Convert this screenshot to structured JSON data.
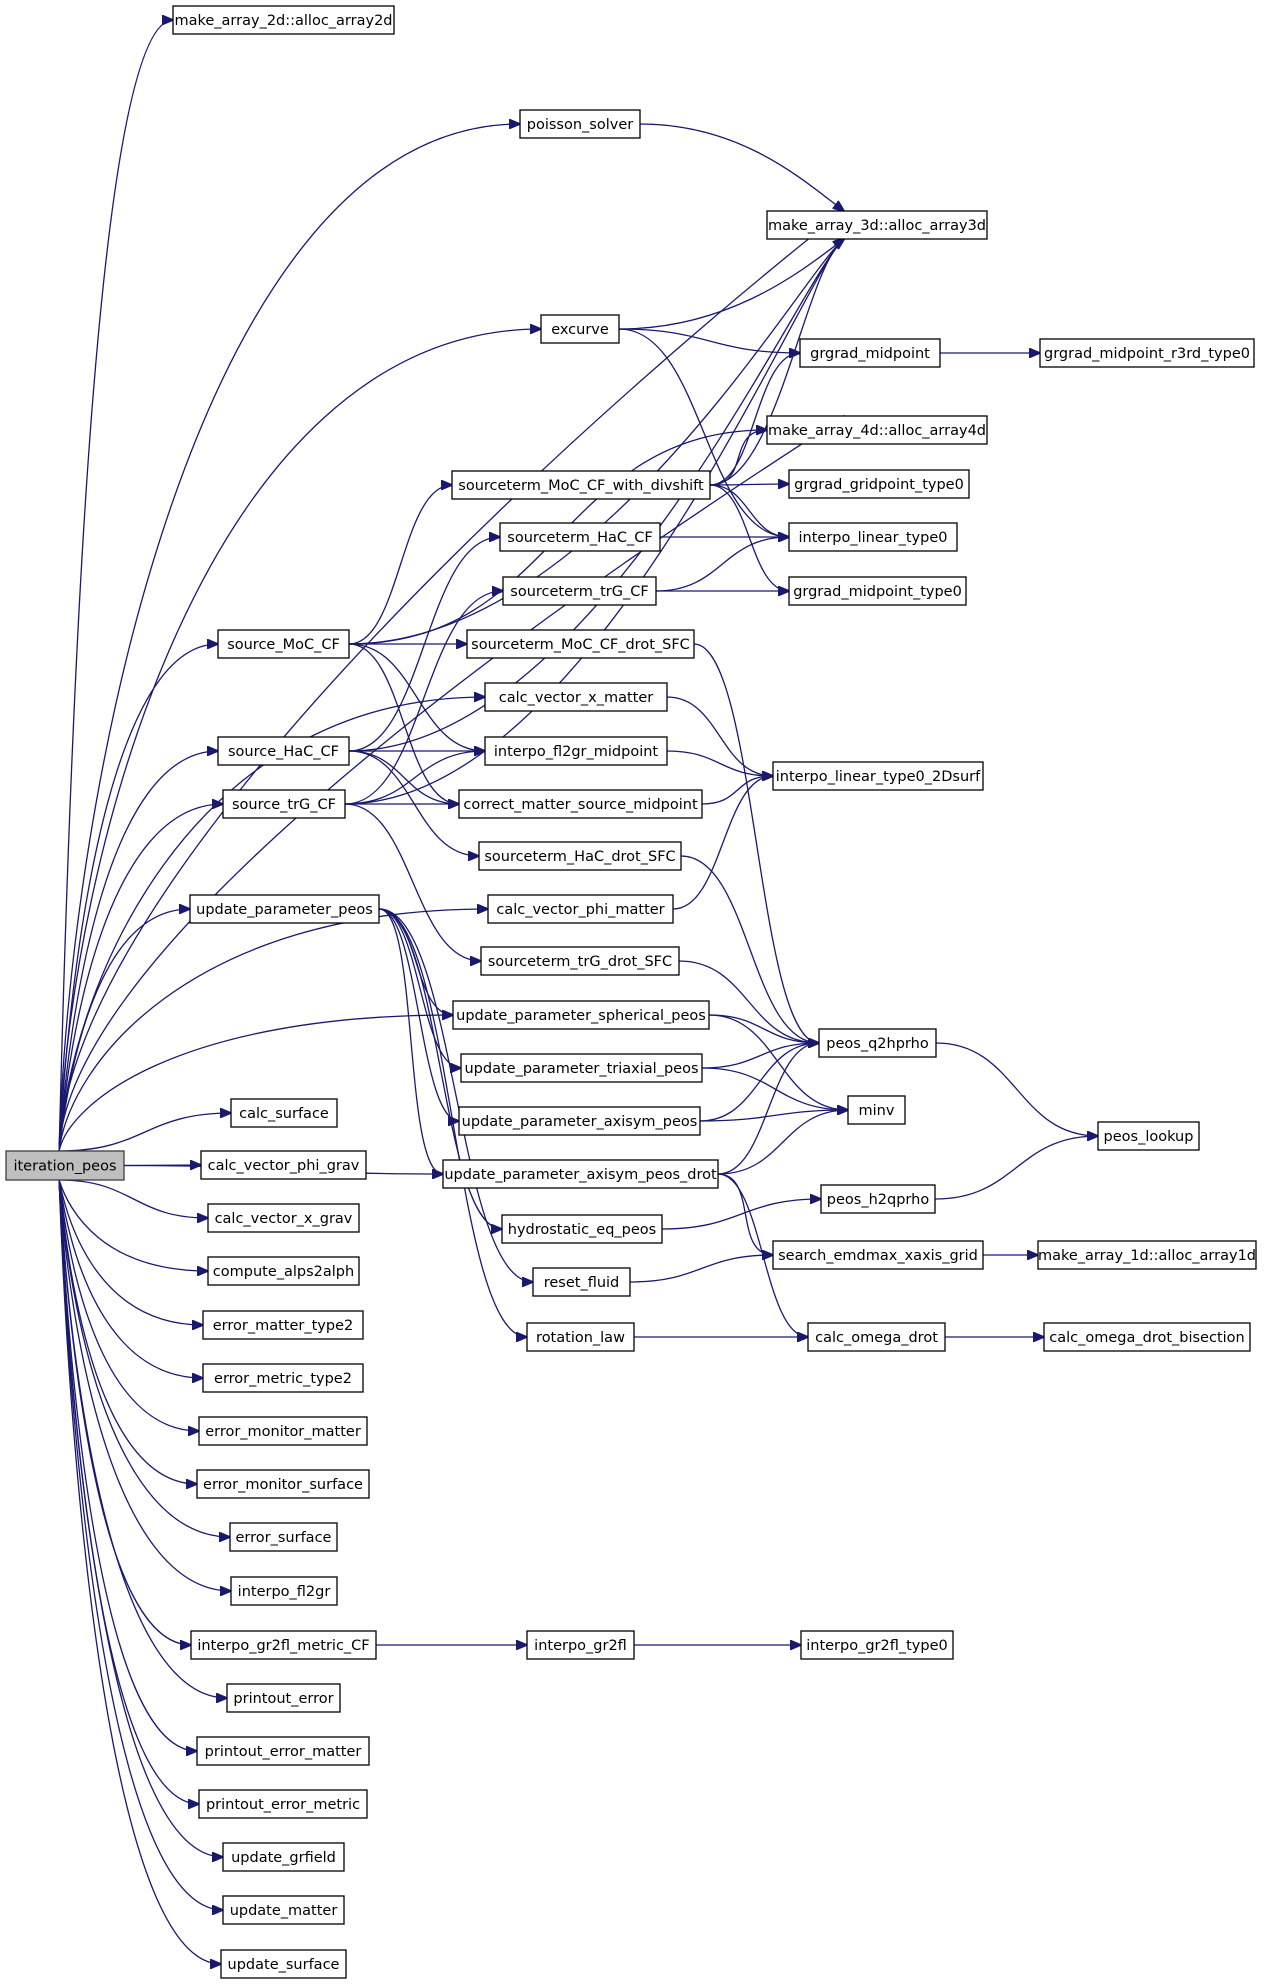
{
  "graph": {
    "root": "iteration_peos",
    "nodes": [
      {
        "id": "iteration_peos",
        "label": "iteration_peos",
        "root": true
      },
      {
        "id": "alloc_array2d",
        "label": "make_array_2d::alloc_array2d"
      },
      {
        "id": "poisson_solver",
        "label": "poisson_solver"
      },
      {
        "id": "alloc_array3d",
        "label": "make_array_3d::alloc_array3d"
      },
      {
        "id": "excurve",
        "label": "excurve"
      },
      {
        "id": "grgrad_midpoint",
        "label": "grgrad_midpoint"
      },
      {
        "id": "grgrad_midpoint_r3rd_type0",
        "label": "grgrad_midpoint_r3rd_type0"
      },
      {
        "id": "alloc_array4d",
        "label": "make_array_4d::alloc_array4d"
      },
      {
        "id": "sourceterm_MoC_CF_with_divshift",
        "label": "sourceterm_MoC_CF_with_divshift"
      },
      {
        "id": "grgrad_gridpoint_type0",
        "label": "grgrad_gridpoint_type0"
      },
      {
        "id": "sourceterm_HaC_CF",
        "label": "sourceterm_HaC_CF"
      },
      {
        "id": "interpo_linear_type0",
        "label": "interpo_linear_type0"
      },
      {
        "id": "sourceterm_trG_CF",
        "label": "sourceterm_trG_CF"
      },
      {
        "id": "grgrad_midpoint_type0",
        "label": "grgrad_midpoint_type0"
      },
      {
        "id": "source_MoC_CF",
        "label": "source_MoC_CF"
      },
      {
        "id": "sourceterm_MoC_CF_drot_SFC",
        "label": "sourceterm_MoC_CF_drot_SFC"
      },
      {
        "id": "calc_vector_x_matter",
        "label": "calc_vector_x_matter"
      },
      {
        "id": "source_HaC_CF",
        "label": "source_HaC_CF"
      },
      {
        "id": "interpo_fl2gr_midpoint",
        "label": "interpo_fl2gr_midpoint"
      },
      {
        "id": "interpo_linear_type0_2Dsurf",
        "label": "interpo_linear_type0_2Dsurf"
      },
      {
        "id": "source_trG_CF",
        "label": "source_trG_CF"
      },
      {
        "id": "correct_matter_source_midpoint",
        "label": "correct_matter_source_midpoint"
      },
      {
        "id": "sourceterm_HaC_drot_SFC",
        "label": "sourceterm_HaC_drot_SFC"
      },
      {
        "id": "update_parameter_peos",
        "label": "update_parameter_peos"
      },
      {
        "id": "calc_vector_phi_matter",
        "label": "calc_vector_phi_matter"
      },
      {
        "id": "sourceterm_trG_drot_SFC",
        "label": "sourceterm_trG_drot_SFC"
      },
      {
        "id": "update_parameter_spherical_peos",
        "label": "update_parameter_spherical_peos"
      },
      {
        "id": "peos_q2hprho",
        "label": "peos_q2hprho"
      },
      {
        "id": "update_parameter_triaxial_peos",
        "label": "update_parameter_triaxial_peos"
      },
      {
        "id": "minv",
        "label": "minv"
      },
      {
        "id": "update_parameter_axisym_peos",
        "label": "update_parameter_axisym_peos"
      },
      {
        "id": "peos_lookup",
        "label": "peos_lookup"
      },
      {
        "id": "calc_surface",
        "label": "calc_surface"
      },
      {
        "id": "calc_vector_phi_grav",
        "label": "calc_vector_phi_grav"
      },
      {
        "id": "update_parameter_axisym_peos_drot",
        "label": "update_parameter_axisym_peos_drot"
      },
      {
        "id": "peos_h2qprho",
        "label": "peos_h2qprho"
      },
      {
        "id": "calc_vector_x_grav",
        "label": "calc_vector_x_grav"
      },
      {
        "id": "hydrostatic_eq_peos",
        "label": "hydrostatic_eq_peos"
      },
      {
        "id": "compute_alps2alph",
        "label": "compute_alps2alph"
      },
      {
        "id": "search_emdmax_xaxis_grid",
        "label": "search_emdmax_xaxis_grid"
      },
      {
        "id": "alloc_array1d",
        "label": "make_array_1d::alloc_array1d"
      },
      {
        "id": "reset_fluid",
        "label": "reset_fluid"
      },
      {
        "id": "error_matter_type2",
        "label": "error_matter_type2"
      },
      {
        "id": "rotation_law",
        "label": "rotation_law"
      },
      {
        "id": "calc_omega_drot",
        "label": "calc_omega_drot"
      },
      {
        "id": "calc_omega_drot_bisection",
        "label": "calc_omega_drot_bisection"
      },
      {
        "id": "error_metric_type2",
        "label": "error_metric_type2"
      },
      {
        "id": "error_monitor_matter",
        "label": "error_monitor_matter"
      },
      {
        "id": "error_monitor_surface",
        "label": "error_monitor_surface"
      },
      {
        "id": "error_surface",
        "label": "error_surface"
      },
      {
        "id": "interpo_fl2gr",
        "label": "interpo_fl2gr"
      },
      {
        "id": "interpo_gr2fl_metric_CF",
        "label": "interpo_gr2fl_metric_CF"
      },
      {
        "id": "interpo_gr2fl",
        "label": "interpo_gr2fl"
      },
      {
        "id": "interpo_gr2fl_type0",
        "label": "interpo_gr2fl_type0"
      },
      {
        "id": "printout_error",
        "label": "printout_error"
      },
      {
        "id": "printout_error_matter",
        "label": "printout_error_matter"
      },
      {
        "id": "printout_error_metric",
        "label": "printout_error_metric"
      },
      {
        "id": "update_grfield",
        "label": "update_grfield"
      },
      {
        "id": "update_matter",
        "label": "update_matter"
      },
      {
        "id": "update_surface",
        "label": "update_surface"
      }
    ],
    "edges": [
      [
        "iteration_peos",
        "alloc_array2d"
      ],
      [
        "iteration_peos",
        "poisson_solver"
      ],
      [
        "iteration_peos",
        "alloc_array3d"
      ],
      [
        "iteration_peos",
        "excurve"
      ],
      [
        "iteration_peos",
        "alloc_array4d"
      ],
      [
        "iteration_peos",
        "source_MoC_CF"
      ],
      [
        "iteration_peos",
        "calc_vector_x_matter"
      ],
      [
        "iteration_peos",
        "source_HaC_CF"
      ],
      [
        "iteration_peos",
        "source_trG_CF"
      ],
      [
        "iteration_peos",
        "calc_vector_phi_matter"
      ],
      [
        "iteration_peos",
        "update_parameter_peos"
      ],
      [
        "iteration_peos",
        "update_parameter_spherical_peos"
      ],
      [
        "iteration_peos",
        "update_parameter_axisym_peos_drot"
      ],
      [
        "iteration_peos",
        "calc_surface"
      ],
      [
        "iteration_peos",
        "calc_vector_phi_grav"
      ],
      [
        "iteration_peos",
        "calc_vector_x_grav"
      ],
      [
        "iteration_peos",
        "compute_alps2alph"
      ],
      [
        "iteration_peos",
        "error_matter_type2"
      ],
      [
        "iteration_peos",
        "error_metric_type2"
      ],
      [
        "iteration_peos",
        "error_monitor_matter"
      ],
      [
        "iteration_peos",
        "error_monitor_surface"
      ],
      [
        "iteration_peos",
        "error_surface"
      ],
      [
        "iteration_peos",
        "interpo_fl2gr"
      ],
      [
        "iteration_peos",
        "interpo_gr2fl_metric_CF"
      ],
      [
        "iteration_peos",
        "printout_error"
      ],
      [
        "iteration_peos",
        "printout_error_matter"
      ],
      [
        "iteration_peos",
        "printout_error_metric"
      ],
      [
        "iteration_peos",
        "update_grfield"
      ],
      [
        "iteration_peos",
        "update_matter"
      ],
      [
        "iteration_peos",
        "update_surface"
      ],
      [
        "poisson_solver",
        "alloc_array3d"
      ],
      [
        "excurve",
        "alloc_array3d"
      ],
      [
        "excurve",
        "grgrad_midpoint"
      ],
      [
        "excurve",
        "interpo_linear_type0"
      ],
      [
        "grgrad_midpoint",
        "grgrad_midpoint_r3rd_type0"
      ],
      [
        "sourceterm_MoC_CF_with_divshift",
        "alloc_array3d"
      ],
      [
        "sourceterm_MoC_CF_with_divshift",
        "grgrad_midpoint"
      ],
      [
        "sourceterm_MoC_CF_with_divshift",
        "alloc_array4d"
      ],
      [
        "sourceterm_MoC_CF_with_divshift",
        "grgrad_gridpoint_type0"
      ],
      [
        "sourceterm_MoC_CF_with_divshift",
        "interpo_linear_type0"
      ],
      [
        "sourceterm_MoC_CF_with_divshift",
        "grgrad_midpoint_type0"
      ],
      [
        "sourceterm_HaC_CF",
        "interpo_linear_type0"
      ],
      [
        "sourceterm_trG_CF",
        "interpo_linear_type0"
      ],
      [
        "sourceterm_trG_CF",
        "grgrad_midpoint_type0"
      ],
      [
        "source_MoC_CF",
        "alloc_array3d"
      ],
      [
        "source_MoC_CF",
        "alloc_array4d"
      ],
      [
        "source_MoC_CF",
        "sourceterm_MoC_CF_with_divshift"
      ],
      [
        "source_MoC_CF",
        "sourceterm_MoC_CF_drot_SFC"
      ],
      [
        "source_MoC_CF",
        "interpo_fl2gr_midpoint"
      ],
      [
        "source_MoC_CF",
        "correct_matter_source_midpoint"
      ],
      [
        "source_HaC_CF",
        "alloc_array3d"
      ],
      [
        "source_HaC_CF",
        "sourceterm_HaC_CF"
      ],
      [
        "source_HaC_CF",
        "interpo_fl2gr_midpoint"
      ],
      [
        "source_HaC_CF",
        "correct_matter_source_midpoint"
      ],
      [
        "source_HaC_CF",
        "sourceterm_HaC_drot_SFC"
      ],
      [
        "source_trG_CF",
        "alloc_array3d"
      ],
      [
        "source_trG_CF",
        "sourceterm_trG_CF"
      ],
      [
        "source_trG_CF",
        "interpo_fl2gr_midpoint"
      ],
      [
        "source_trG_CF",
        "correct_matter_source_midpoint"
      ],
      [
        "source_trG_CF",
        "sourceterm_trG_drot_SFC"
      ],
      [
        "sourceterm_MoC_CF_drot_SFC",
        "peos_q2hprho"
      ],
      [
        "calc_vector_x_matter",
        "interpo_linear_type0_2Dsurf"
      ],
      [
        "interpo_fl2gr_midpoint",
        "interpo_linear_type0_2Dsurf"
      ],
      [
        "correct_matter_source_midpoint",
        "interpo_linear_type0_2Dsurf"
      ],
      [
        "sourceterm_HaC_drot_SFC",
        "peos_q2hprho"
      ],
      [
        "calc_vector_phi_matter",
        "interpo_linear_type0_2Dsurf"
      ],
      [
        "sourceterm_trG_drot_SFC",
        "peos_q2hprho"
      ],
      [
        "update_parameter_peos",
        "update_parameter_spherical_peos"
      ],
      [
        "update_parameter_peos",
        "update_parameter_triaxial_peos"
      ],
      [
        "update_parameter_peos",
        "update_parameter_axisym_peos"
      ],
      [
        "update_parameter_peos",
        "update_parameter_axisym_peos_drot"
      ],
      [
        "update_parameter_peos",
        "hydrostatic_eq_peos"
      ],
      [
        "update_parameter_peos",
        "reset_fluid"
      ],
      [
        "update_parameter_peos",
        "rotation_law"
      ],
      [
        "update_parameter_spherical_peos",
        "peos_q2hprho"
      ],
      [
        "update_parameter_spherical_peos",
        "minv"
      ],
      [
        "update_parameter_triaxial_peos",
        "peos_q2hprho"
      ],
      [
        "update_parameter_triaxial_peos",
        "minv"
      ],
      [
        "update_parameter_axisym_peos",
        "peos_q2hprho"
      ],
      [
        "update_parameter_axisym_peos",
        "minv"
      ],
      [
        "update_parameter_axisym_peos_drot",
        "peos_q2hprho"
      ],
      [
        "update_parameter_axisym_peos_drot",
        "minv"
      ],
      [
        "update_parameter_axisym_peos_drot",
        "search_emdmax_xaxis_grid"
      ],
      [
        "update_parameter_axisym_peos_drot",
        "calc_omega_drot"
      ],
      [
        "peos_q2hprho",
        "peos_lookup"
      ],
      [
        "hydrostatic_eq_peos",
        "peos_h2qprho"
      ],
      [
        "peos_h2qprho",
        "peos_lookup"
      ],
      [
        "reset_fluid",
        "search_emdmax_xaxis_grid"
      ],
      [
        "search_emdmax_xaxis_grid",
        "alloc_array1d"
      ],
      [
        "rotation_law",
        "calc_omega_drot"
      ],
      [
        "calc_omega_drot",
        "calc_omega_drot_bisection"
      ],
      [
        "interpo_gr2fl_metric_CF",
        "interpo_gr2fl"
      ],
      [
        "interpo_gr2fl",
        "interpo_gr2fl_type0"
      ]
    ]
  }
}
